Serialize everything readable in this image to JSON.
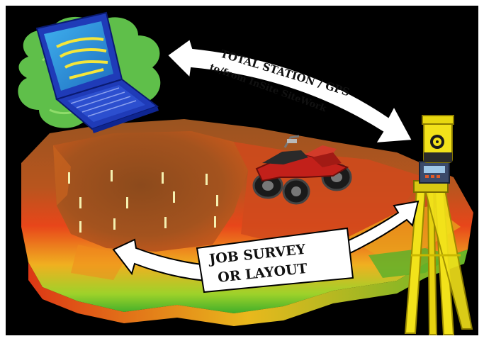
{
  "arrow_top": {
    "line1": "TOTAL STATION / GPS",
    "line2": "to/from InSite SiteWork"
  },
  "arrow_bottom": {
    "line1": "JOB SURVEY",
    "line2": "OR LAYOUT"
  },
  "colors": {
    "background": "#000000",
    "frame": "#ffffff",
    "cloud": "#5fbf4a",
    "laptop": "#1f3bb8",
    "screen": "#2fa0e6",
    "terrain_high": "#8a4a1a",
    "terrain_mid": "#e0451a",
    "terrain_low": "#3fae2a",
    "instrument": "#f2e21a",
    "atv": "#c2201a"
  }
}
